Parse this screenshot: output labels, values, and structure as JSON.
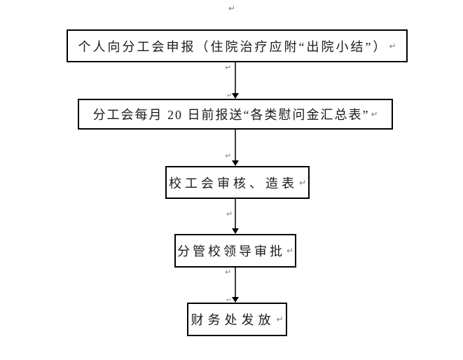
{
  "flowchart": {
    "type": "vertical-process-flow",
    "nodes": [
      {
        "id": 1,
        "label": "个人向分工会申报（住院治疗应附“出院小结”）"
      },
      {
        "id": 2,
        "label": "分工会每月 20 日前报送“各类慰问金汇总表”"
      },
      {
        "id": 3,
        "label": "校工会审核、造表"
      },
      {
        "id": 4,
        "label": "分管校领导审批"
      },
      {
        "id": 5,
        "label": "财务处发放"
      }
    ],
    "connections": [
      {
        "from": 1,
        "to": 2,
        "direction": "down"
      },
      {
        "from": 2,
        "to": 3,
        "direction": "down"
      },
      {
        "from": 3,
        "to": 4,
        "direction": "down"
      },
      {
        "from": 4,
        "to": 5,
        "direction": "down"
      }
    ]
  },
  "marks": {
    "pilcrow": "↵"
  },
  "colors": {
    "background": "#ffffff",
    "box_border": "#000000",
    "text": "#1a1a1a",
    "connector_line": "#3d3d3d",
    "arrow_head": "#000000",
    "paragraph_mark": "#808080"
  }
}
